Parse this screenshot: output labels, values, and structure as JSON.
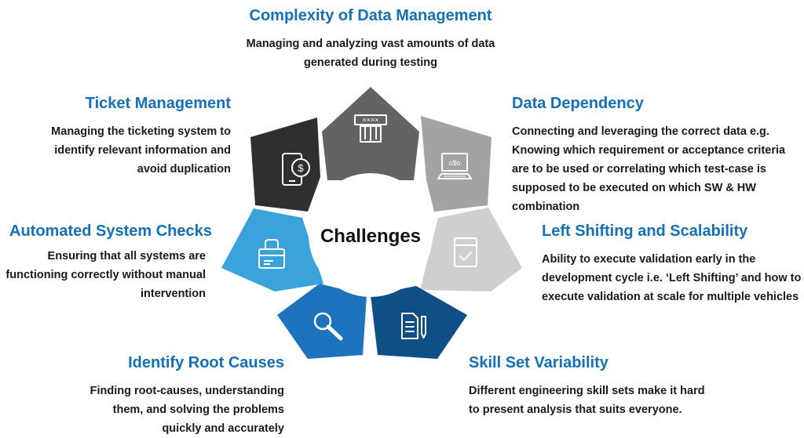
{
  "center": {
    "label": "Challenges"
  },
  "colors": {
    "complexity": "#636363",
    "data_dependency": "#a3a3a3",
    "left_shifting": "#cfcfcf",
    "skill_set": "#0e4f86",
    "root_causes": "#1e73bd",
    "automated_checks": "#3aa3dc",
    "ticket": "#2f2f2f",
    "title": "#1470b8"
  },
  "items": {
    "complexity": {
      "title": "Complexity of Data Management",
      "lines": [
        "Managing and analyzing vast amounts of data",
        "generated during testing"
      ],
      "icon": "atm-card-icon"
    },
    "data_dependency": {
      "title": "Data Dependency",
      "lines": [
        "Connecting and leveraging the correct data e.g.",
        "Knowing which requirement or acceptance criteria",
        "are to be used or correlating which test-case is",
        "supposed to be executed on which SW & HW",
        "combination"
      ],
      "icon": "laptop-icon"
    },
    "left_shifting": {
      "title": "Left Shifting and Scalability",
      "lines": [
        "Ability to execute validation early in the",
        "development cycle i.e. ‘Left Shifting’ and how to",
        "execute validation at scale for multiple vehicles"
      ],
      "icon": "browser-check-icon"
    },
    "skill_set": {
      "title": "Skill Set Variability",
      "lines": [
        "Different engineering skill sets make it hard",
        "to present analysis that suits everyone."
      ],
      "icon": "document-pen-icon"
    },
    "root_causes": {
      "title": "Identify Root Causes",
      "lines": [
        "Finding root-causes, understanding",
        "them, and solving the problems",
        "quickly and accurately"
      ],
      "icon": "magnifier-icon"
    },
    "automated_checks": {
      "title": "Automated System Checks",
      "lines": [
        "Ensuring that all systems are",
        "functioning correctly without manual",
        "intervention"
      ],
      "icon": "card-reader-icon"
    },
    "ticket": {
      "title": "Ticket Management",
      "lines": [
        "Managing the ticketing system to",
        "identify relevant information and",
        "avoid duplication"
      ],
      "icon": "mobile-payment-icon"
    }
  }
}
